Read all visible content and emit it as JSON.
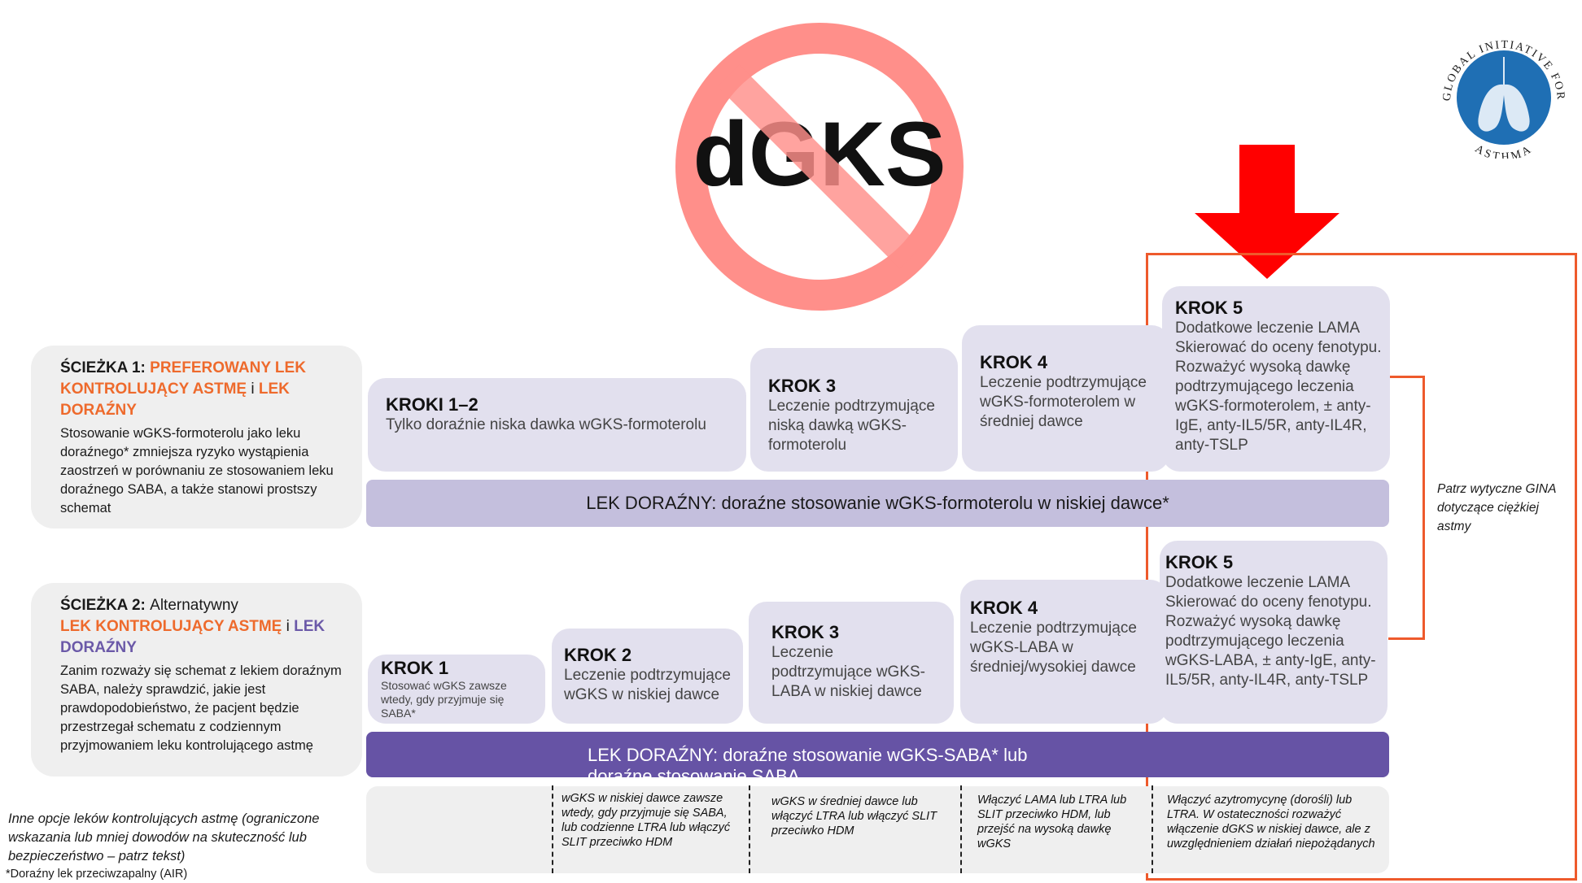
{
  "no_sign": {
    "label": "dGKS"
  },
  "logo": {
    "text_top": "GLOBAL INITIATIVE FOR",
    "text_bottom": "ASTHMA"
  },
  "track1": {
    "heading_prefix": "ŚCIEŻKA 1: ",
    "heading_controller": "PREFEROWANY LEK KONTROLUJĄCY ASTMĘ",
    "heading_and": " i ",
    "heading_reliever": "LEK DORAŹNY",
    "body": "Stosowanie wGKS-formoterolu jako leku doraźnego* zmniejsza ryzyko wystąpienia zaostrzeń w porównaniu ze stosowaniem leku doraźnego SABA, a także stanowi prostszy schemat"
  },
  "track2": {
    "heading_prefix": "ŚCIEŻKA 2: ",
    "heading_rest": "Alternatywny",
    "heading_controller": "LEK KONTROLUJĄCY ASTMĘ",
    "heading_and": " i ",
    "heading_reliever": "LEK DORAŹNY",
    "body": "Zanim rozważy się schemat z lekiem doraźnym SABA, należy sprawdzić, jakie jest prawdopodobieństwo, że pacjent będzie przestrzegał schematu z codziennym przyjmowaniem leku kontrolującego astmę"
  },
  "track1_steps": [
    {
      "title": "KROKI 1–2",
      "text": "Tylko doraźnie niska dawka wGKS-formoterolu"
    },
    {
      "title": "KROK 3",
      "text": "Leczenie podtrzymujące niską dawką wGKS-formoterolu"
    },
    {
      "title": "KROK 4",
      "text": "Leczenie podtrzymujące wGKS-formoterolem w średniej dawce"
    },
    {
      "title": "KROK 5",
      "text": "Dodatkowe leczenie LAMA Skierować do oceny fenotypu. Rozważyć wysoką dawkę podtrzymującego leczenia wGKS-formoterolem, ± anty-IgE, anty-IL5/5R, anty-IL4R, anty-TSLP"
    }
  ],
  "track1_reliever": "LEK DORAŹNY: doraźne stosowanie wGKS-formoterolu w niskiej dawce*",
  "track2_steps": [
    {
      "title": "KROK 1",
      "text": "Stosować wGKS zawsze wtedy, gdy przyjmuje się SABA*"
    },
    {
      "title": "KROK 2",
      "text": "Leczenie podtrzymujące wGKS w niskiej dawce"
    },
    {
      "title": "KROK 3",
      "text": "Leczenie podtrzymujące wGKS-LABA w niskiej dawce"
    },
    {
      "title": "KROK 4",
      "text": "Leczenie podtrzymujące wGKS-LABA w średniej/wysokiej dawce"
    },
    {
      "title": "KROK 5",
      "text": "Dodatkowe leczenie LAMA Skierować do oceny fenotypu. Rozważyć wysoką dawkę podtrzymującego leczenia wGKS-LABA, ± anty-IgE, anty-IL5/5R, anty-IL4R, anty-TSLP"
    }
  ],
  "track2_reliever": "LEK DORAŹNY: doraźne stosowanie wGKS-SABA* lub doraźne stosowanie SABA",
  "side_note": "Patrz wytyczne GINA dotyczące ciężkiej astmy",
  "other_options": {
    "label": "Inne opcje leków kontrolujących astmę (ograniczone wskazania lub mniej dowodów na skuteczność lub bezpieczeństwo – patrz tekst)",
    "cells": [
      "wGKS w niskiej dawce zawsze wtedy, gdy przyjmuje się SABA, lub codzienne LTRA lub włączyć SLIT przeciwko HDM",
      "wGKS w średniej dawce lub włączyć LTRA lub włączyć SLIT przeciwko HDM",
      "Włączyć LAMA lub LTRA lub SLIT przeciwko HDM, lub przejść na wysoką dawkę wGKS",
      "Włączyć azytromycynę (dorośli) lub LTRA. W ostateczności rozważyć włączenie dGKS w niskiej dawce, ale z uwzględnieniem działań niepożądanych"
    ]
  },
  "footnote": "*Doraźny lek przeciwzapalny (AIR)",
  "colors": {
    "orange": "#ee6a2c",
    "purple": "#6b59a8",
    "light_purple_bar": "#c4bfdd",
    "step_box": "#e2e0ee",
    "red_arrow": "#ff0000",
    "highlight_frame": "#ee5a2c",
    "no_sign": "#ff8f8a"
  }
}
